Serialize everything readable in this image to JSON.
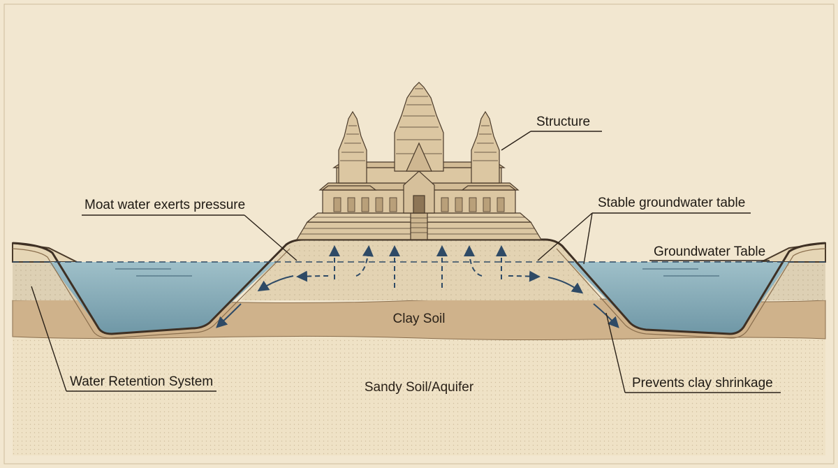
{
  "labels": {
    "structure": "Structure",
    "moat_pressure": "Moat water exerts pressure",
    "stable_groundwater": "Stable groundwater table",
    "groundwater_table": "Groundwater Table",
    "clay_soil": "Clay Soil",
    "sandy_soil": "Sandy Soil/Aquifer",
    "water_retention": "Water Retention System",
    "prevents_shrinkage": "Prevents clay shrinkage"
  },
  "colors": {
    "background": "#f2e7d0",
    "water": "#8fb3bf",
    "clay": "#cdb08a",
    "sand": "#eadcc0",
    "sand_upper": "#dccfb3",
    "temple": "#d9c4a0",
    "arrow": "#2e4a66",
    "outline": "#4a3a2a"
  },
  "icons": [
    "temple-structure",
    "water-flow-arrows",
    "groundwater-dashed-line"
  ]
}
